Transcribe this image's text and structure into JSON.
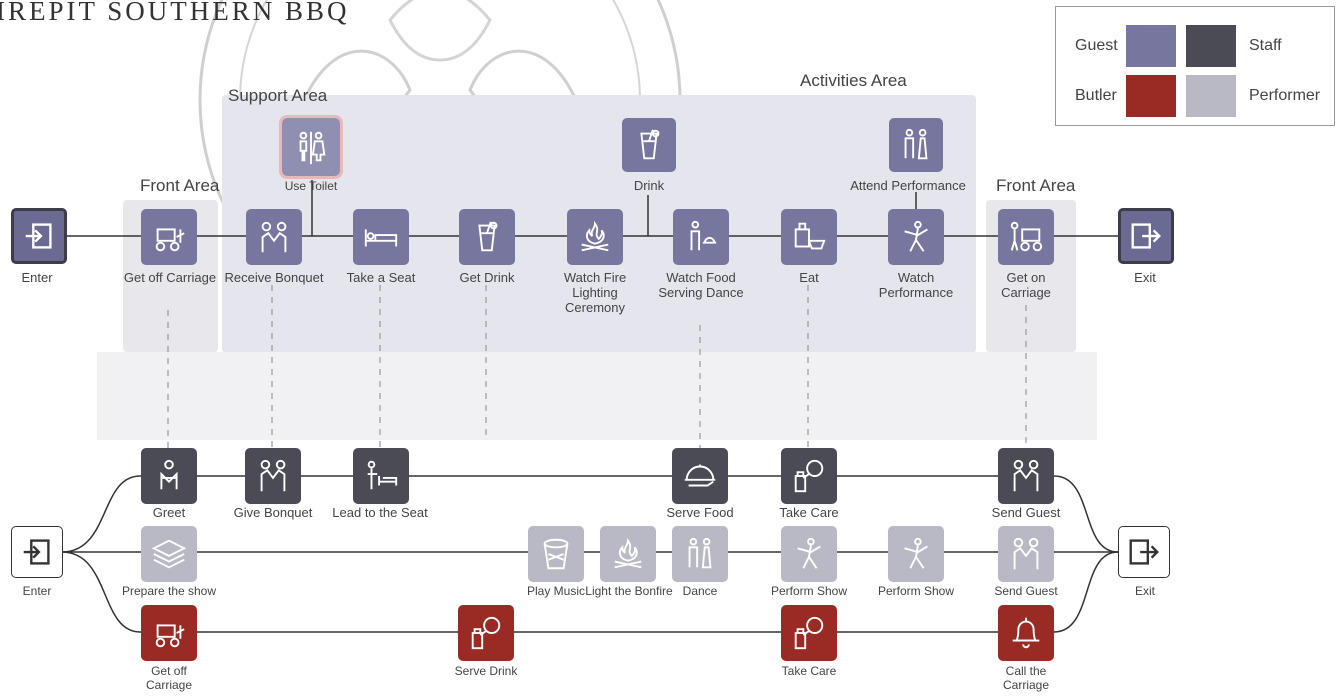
{
  "title": "IREPIT SOUTHERN BBQ",
  "legend": {
    "guest": "Guest",
    "staff": "Staff",
    "butler": "Butler",
    "performer": "Performer",
    "colors": {
      "guest": "#77769e",
      "staff": "#4b4b56",
      "butler": "#9a2a24",
      "performer": "#b9b9c6"
    }
  },
  "zones": {
    "support_area": "Support Area",
    "activities_area": "Activities Area",
    "front_area_left": "Front Area",
    "front_area_right": "Front Area"
  },
  "guest_row": [
    {
      "key": "enter",
      "label": "Enter",
      "icon": "enter-icon"
    },
    {
      "key": "get-off-carriage",
      "label": "Get off Carriage",
      "icon": "carriage-icon"
    },
    {
      "key": "receive-bonquet",
      "label": "Receive Bonquet",
      "icon": "bouquet-handover-icon"
    },
    {
      "key": "take-a-seat",
      "label": "Take a Seat",
      "icon": "bed-icon"
    },
    {
      "key": "get-drink",
      "label": "Get Drink",
      "icon": "drink-icon"
    },
    {
      "key": "watch-fire",
      "label": "Watch Fire Lighting Ceremony",
      "icon": "bonfire-icon"
    },
    {
      "key": "watch-food",
      "label": "Watch Food Serving Dance",
      "icon": "food-dance-icon"
    },
    {
      "key": "eat",
      "label": "Eat",
      "icon": "food-icon"
    },
    {
      "key": "watch-performance",
      "label": "Watch Performance",
      "icon": "dancer-icon"
    },
    {
      "key": "get-on-carriage",
      "label": "Get on Carriage",
      "icon": "carriage-person-icon"
    },
    {
      "key": "exit",
      "label": "Exit",
      "icon": "exit-icon"
    }
  ],
  "guest_support": [
    {
      "key": "use-toilet",
      "label": "Use Toilet",
      "icon": "toilet-icon"
    },
    {
      "key": "drink",
      "label": "Drink",
      "icon": "drink-icon"
    },
    {
      "key": "attend-performance",
      "label": "Attend Performance",
      "icon": "performers-icon"
    }
  ],
  "staff_row": [
    {
      "key": "greet",
      "label": "Greet",
      "icon": "greet-icon"
    },
    {
      "key": "give-bonquet",
      "label": "Give Bonquet",
      "icon": "handshake-icon"
    },
    {
      "key": "lead-seat",
      "label": "Lead to the Seat",
      "icon": "lead-seat-icon"
    },
    {
      "key": "serve-food",
      "label": "Serve Food",
      "icon": "cloche-icon"
    },
    {
      "key": "take-care",
      "label": "Take Care",
      "icon": "pour-icon"
    },
    {
      "key": "send-guest",
      "label": "Send Guest",
      "icon": "handshake-icon"
    }
  ],
  "performer_row": [
    {
      "key": "enter",
      "label": "Enter",
      "icon": "enter-icon"
    },
    {
      "key": "prepare-show",
      "label": "Prepare the show",
      "icon": "layers-icon"
    },
    {
      "key": "play-music",
      "label": "Play Music",
      "icon": "drum-icon"
    },
    {
      "key": "light-bonfire",
      "label": "Light the Bonfire",
      "icon": "bonfire-icon"
    },
    {
      "key": "dance",
      "label": "Dance",
      "icon": "performers-icon"
    },
    {
      "key": "perform-show-1",
      "label": "Perform Show",
      "icon": "dancer-icon"
    },
    {
      "key": "perform-show-2",
      "label": "Perform Show",
      "icon": "dancer-icon"
    },
    {
      "key": "send-guest",
      "label": "Send Guest",
      "icon": "handshake-icon"
    },
    {
      "key": "exit",
      "label": "Exit",
      "icon": "exit-icon"
    }
  ],
  "butler_row": [
    {
      "key": "get-off-carriage",
      "label": "Get off Carriage",
      "icon": "carriage-icon"
    },
    {
      "key": "serve-drink",
      "label": "Serve Drink",
      "icon": "pour-icon"
    },
    {
      "key": "take-care",
      "label": "Take Care",
      "icon": "pour-icon"
    },
    {
      "key": "call-carriage",
      "label": "Call the Carriage",
      "icon": "bell-icon"
    }
  ]
}
